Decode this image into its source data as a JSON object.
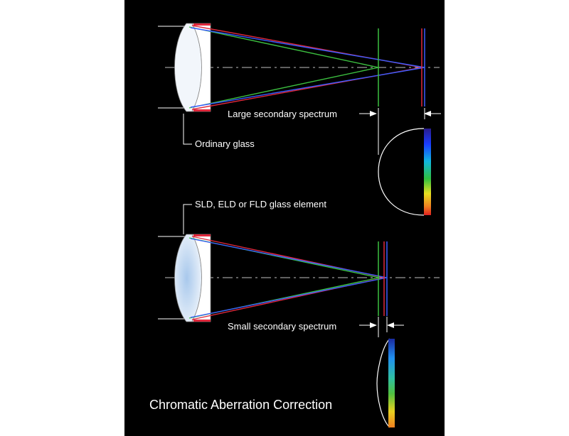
{
  "labels": {
    "large_spectrum": "Large secondary spectrum",
    "ordinary_glass": "Ordinary glass",
    "special_glass": "SLD, ELD or FLD glass element",
    "small_spectrum": "Small secondary spectrum"
  },
  "title": "Chromatic Aberration Correction",
  "colors": {
    "background": "#000000",
    "red": "#e0283c",
    "blue": "#3a5cff",
    "green": "#3cc040",
    "line": "#ffffff",
    "lens_tint": "#c9dcf2"
  }
}
